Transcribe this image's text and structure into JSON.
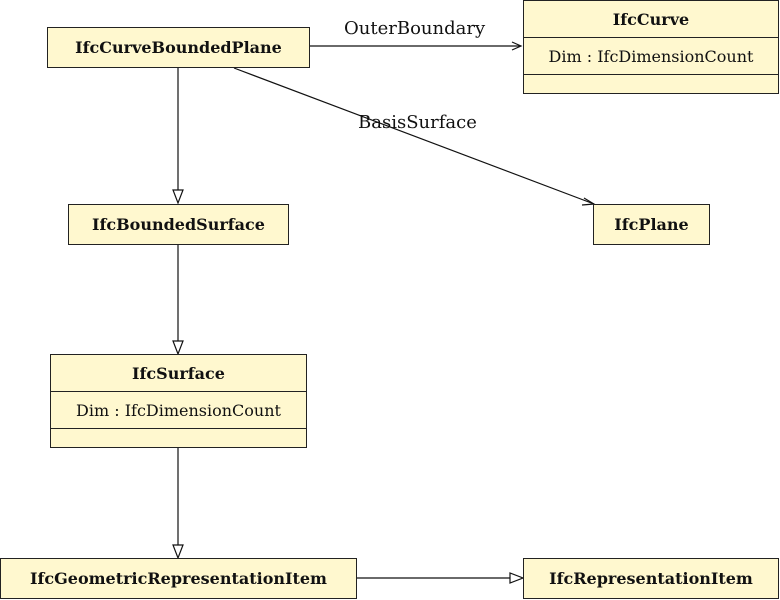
{
  "classes": {
    "curve_bounded_plane": {
      "name": "IfcCurveBoundedPlane"
    },
    "curve": {
      "name": "IfcCurve",
      "attribute": "Dim : IfcDimensionCount"
    },
    "bounded_surface": {
      "name": "IfcBoundedSurface"
    },
    "plane": {
      "name": "IfcPlane"
    },
    "surface": {
      "name": "IfcSurface",
      "attribute": "Dim : IfcDimensionCount"
    },
    "geometric_representation_item": {
      "name": "IfcGeometricRepresentationItem"
    },
    "representation_item": {
      "name": "IfcRepresentationItem"
    }
  },
  "associations": {
    "outer_boundary": "OuterBoundary",
    "basis_surface": "BasisSurface"
  }
}
